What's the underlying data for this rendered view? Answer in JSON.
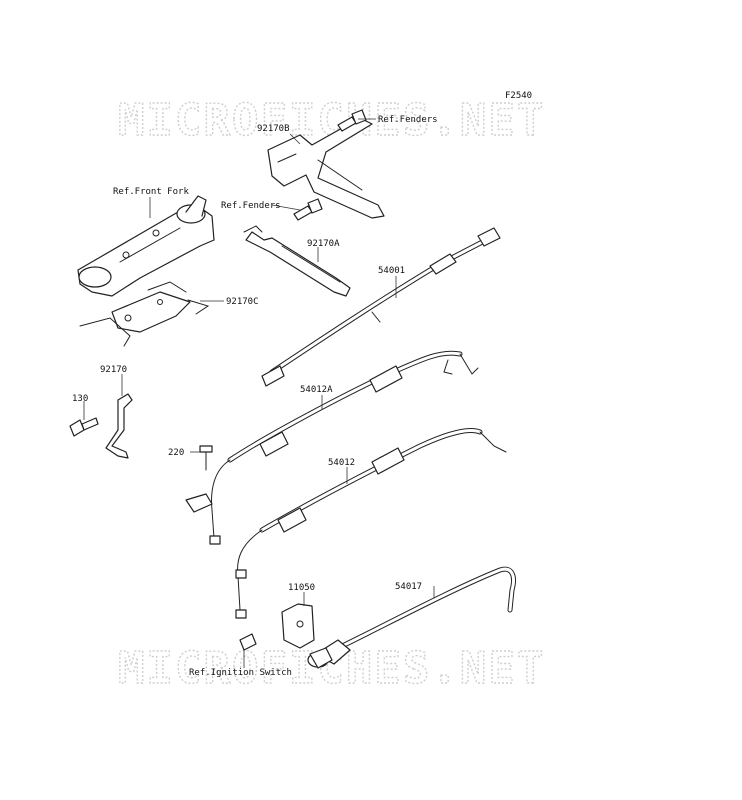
{
  "watermark": "MICROFICHES.NET",
  "figure_code": "F2540",
  "callouts": {
    "ref_fenders_top": "Ref.Fenders",
    "p92170B": "92170B",
    "ref_front_fork": "Ref.Front Fork",
    "ref_fenders_mid": "Ref.Fenders",
    "p92170A": "92170A",
    "p54001": "54001",
    "p92170C": "92170C",
    "p92170": "92170",
    "p130": "130",
    "p54012A": "54012A",
    "p220": "220",
    "p54012": "54012",
    "p11050": "11050",
    "p54017": "54017",
    "ref_ignition_switch": "Ref.Ignition Switch"
  }
}
